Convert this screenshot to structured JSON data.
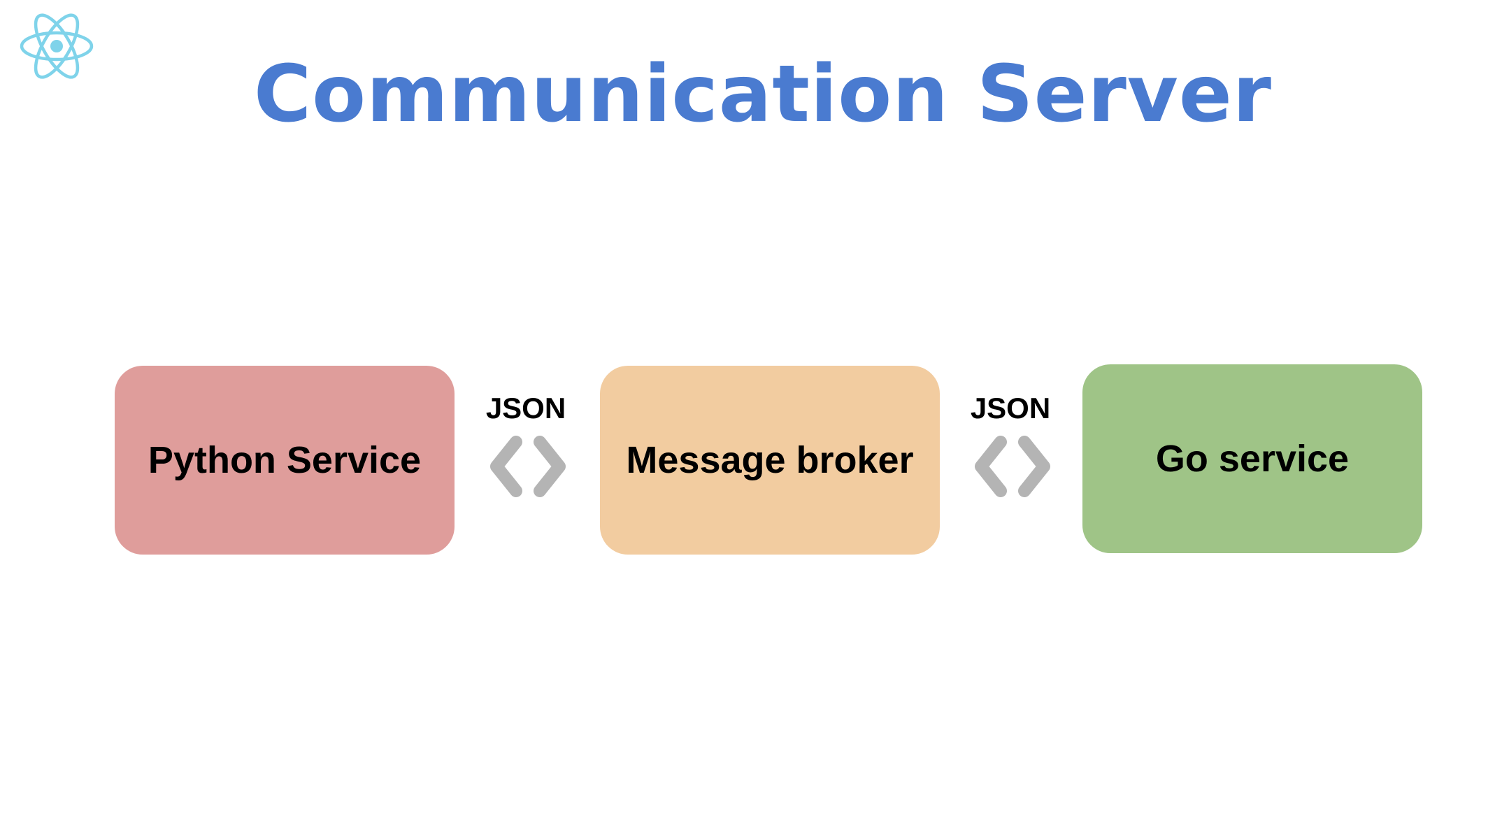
{
  "title": "Communication Server",
  "colors": {
    "title": "#4a7bd0",
    "logo": "#7fd3ea",
    "python_box": "#df9d9b",
    "broker_box": "#f2cca0",
    "go_box": "#9fc487",
    "connector": "#b4b4b4"
  },
  "diagram": {
    "nodes": [
      {
        "id": "python",
        "label": "Python Service"
      },
      {
        "id": "broker",
        "label": "Message broker"
      },
      {
        "id": "go",
        "label": "Go service"
      }
    ],
    "edges": [
      {
        "from": "python",
        "to": "broker",
        "label": "JSON",
        "icon": "bidirectional-chevron-icon"
      },
      {
        "from": "broker",
        "to": "go",
        "label": "JSON",
        "icon": "bidirectional-chevron-icon"
      }
    ]
  },
  "logo_icon": "react-atom-icon"
}
